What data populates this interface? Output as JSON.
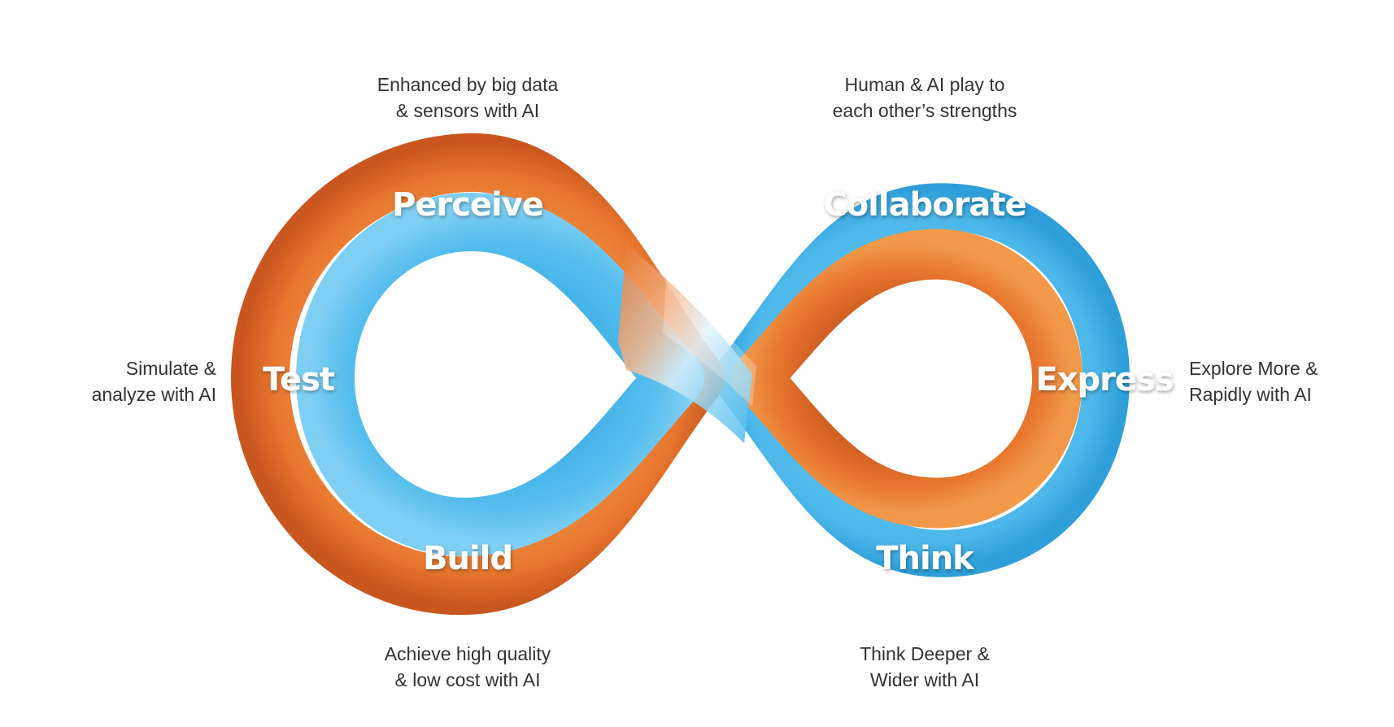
{
  "colors": {
    "orange": "#E8772E",
    "orange_dark": "#C9561E",
    "orange_light": "#F29A4A",
    "blue": "#4DB8EA",
    "blue_dark": "#2E9FD9",
    "blue_light": "#8AD4F5",
    "text": "#333333",
    "stage_text": "#FFFFFF"
  },
  "stages": {
    "perceive": "Perceive",
    "test": "Test",
    "build": "Build",
    "collaborate": "Collaborate",
    "express": "Express",
    "think": "Think"
  },
  "captions": {
    "perceive": [
      "Enhanced by big data",
      "& sensors with AI"
    ],
    "collaborate": [
      "Human & AI play to",
      "each other’s strengths"
    ],
    "test": [
      "Simulate &",
      "analyze with AI"
    ],
    "express": [
      "Explore More &",
      "Rapidly with AI"
    ],
    "build": [
      "Achieve high quality",
      "& low cost with AI"
    ],
    "think": [
      "Think Deeper &",
      "Wider with AI"
    ]
  }
}
